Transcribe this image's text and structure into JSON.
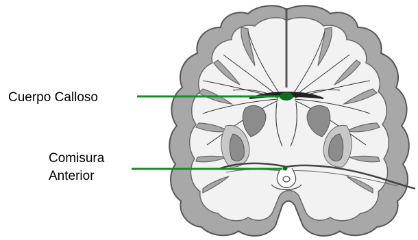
{
  "labels": {
    "corpus_callosum": "Cuerpo Calloso",
    "anterior_commissure_line1": "Comisura",
    "anterior_commissure_line2": "Anterior"
  },
  "colors": {
    "cortex": "#a8a8a8",
    "cortex_outline": "#555555",
    "white_matter": "#f2f2f2",
    "fibers": "#333333",
    "nuclei_dark": "#8c8c8c",
    "nuclei_light": "#c8c8c8",
    "pointer": "#1a8a2a",
    "pointer_dot": "#0c6e1c"
  }
}
